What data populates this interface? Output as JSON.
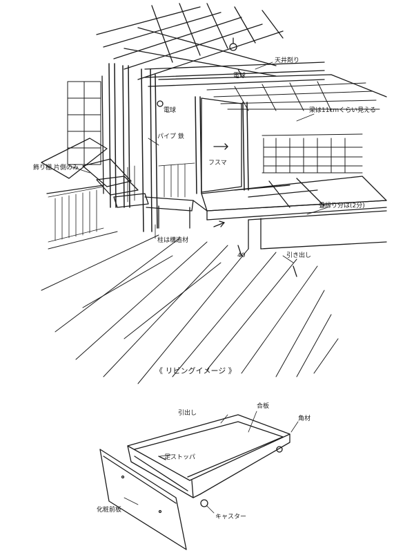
{
  "sketch": {
    "labels": {
      "ceiling_note": "天井剤り",
      "light_1": "電球",
      "beam_note": "梁は11cmくらい見える",
      "light_2": "電球",
      "pipe_note": "パイプ 鉄",
      "shelf_note": "飾り棚 片側のみ",
      "sliding_door": "フスマ",
      "post_note": "柱は構造材",
      "tatami_edge": "畳縁り分は(2分)",
      "height_mark": "40",
      "drawer_note": "引き出し",
      "caption": "《 リビングイメージ 》"
    },
    "drawer_labels": {
      "drawer_title": "引出し",
      "plywood": "合板",
      "corner_post": "角材",
      "slide_rail": "足ストッパ",
      "front_panel": "化粧前板",
      "caster": "キャスター"
    }
  },
  "colors": {
    "ink": "#1a1a1a",
    "paper": "#ffffff"
  }
}
